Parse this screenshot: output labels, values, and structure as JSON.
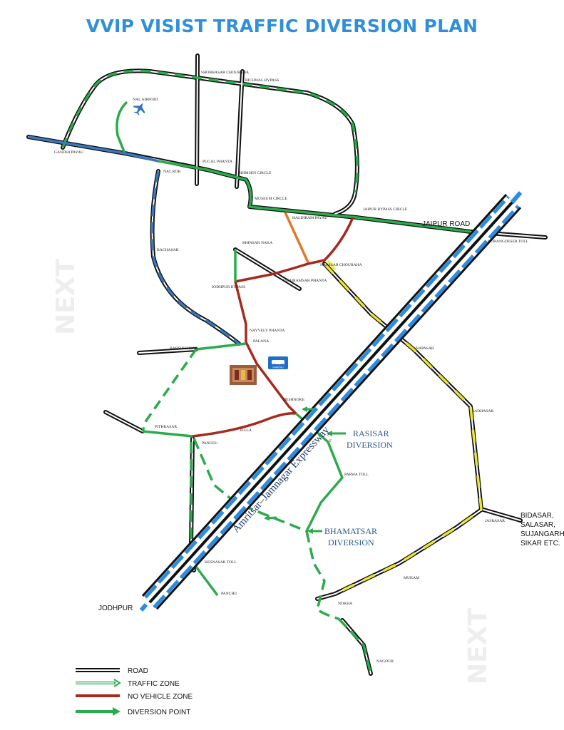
{
  "title": "VVIP VISIST TRAFFIC DIVERSION PLAN",
  "colors": {
    "title": "#2f8fd8",
    "road": "#111111",
    "traffic_zone": "#2bab4b",
    "no_vehicle_zone": "#a52a1e",
    "diversion": "#2bab4b",
    "blue_route": "#3a78bf",
    "yellow_route": "#f0e82c",
    "orange_route": "#e07a2a",
    "expressway": "#2b8ce0"
  },
  "places": {
    "shobhasar": "SHOBHASAR CHOURAHA",
    "bichwal": "BICHWAL BYPASS",
    "nal_airport": "NAL AIRPORT",
    "gandhi_payau": "GANDHI PAYAU",
    "nal_rob": "NAL ROB",
    "pugal": "PUGAL PHANTA",
    "bhimsen": "BHIMSEN CIRCLE",
    "museum": "MUSEUM CIRCLE",
    "jaipur_bypass": "JAIPUR BYPASS CIRCLE",
    "haldiram": "HALDIRAM PAYAU",
    "norangdeser": "NORANGDESER TOLL",
    "bhinsar": "BHINSAR NAKA",
    "napasar_chouraha": "NAPASAR CHOURAHA",
    "bachasar": "BACHASAR",
    "udairamsar": "UDAIRAMSAR PHANTA",
    "jodhpur_bypass": "JODHPUR BYPASS",
    "nayvely": "NAYVELY PHANTA",
    "palana": "PALANA",
    "barsinghsar": "BARSINGHSAR",
    "napasar": "NAPASAR",
    "deshnoke": "DESHNOKE",
    "sadhasar": "SADHASAR",
    "pithrasar": "PITHRASAR",
    "jegla": "JEGLA",
    "pangeu": "PANGEU",
    "parwa_toll": "PARWA TOLL",
    "jasrasar": "JASRASAR",
    "kesnasar_toll": "KESNASAR TOLL",
    "panchu": "PANCHU",
    "mukam": "MUKAM",
    "nokha": "NOKHA",
    "nagour": "NAGOUR",
    "f_marker": "F"
  },
  "roads": {
    "jaipur_road": "JAIPUR ROAD",
    "jodhpur": "JODHPUR",
    "expressway": "Amritsar–Jamnagar Expressway",
    "destinations": [
      "BIDASAR,",
      "SALASAR,",
      "SUJANGARH,",
      "SIKAR ETC."
    ]
  },
  "diversions": {
    "rasisar": [
      "RASISAR",
      "DIVERSION"
    ],
    "bhamatsar": [
      "BHAMATSAR",
      "DIVERSION"
    ]
  },
  "parking_label": "PARKING",
  "watermark": "NEXT",
  "legend": [
    {
      "key": "road",
      "label": "ROAD"
    },
    {
      "key": "traffic_zone",
      "label": "TRAFFIC ZONE"
    },
    {
      "key": "no_vehicle_zone",
      "label": "NO VEHICLE ZONE"
    },
    {
      "key": "diversion",
      "label": "DIVERSION POINT"
    }
  ],
  "icons": {
    "airport": "airplane-icon",
    "parking": "parking-car-icon",
    "venue": "venue-photo-icon"
  }
}
